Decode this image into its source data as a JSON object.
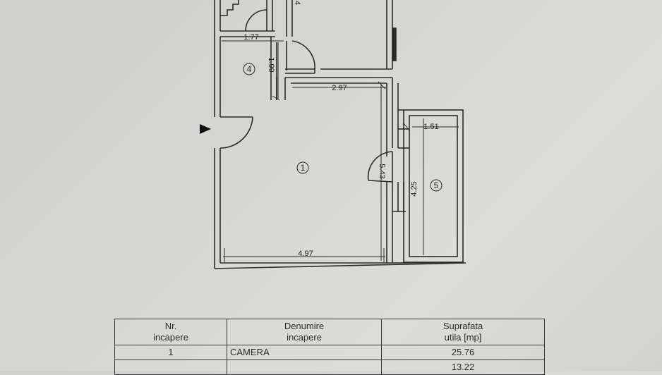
{
  "dimensions": {
    "d1_77": "1.77",
    "d1_99": "1.99",
    "d2_97": "2.97",
    "d1_51": "1.51",
    "d5_43": "5.43",
    "d4_25": "4.25",
    "d4_97": "4.97",
    "d4_partial": "4"
  },
  "rooms": {
    "r1": "1",
    "r4": "4",
    "r5": "5"
  },
  "table": {
    "headers": {
      "nr": [
        "Nr.",
        "incapere"
      ],
      "denumire": [
        "Denumire",
        "incapere"
      ],
      "suprafata": [
        "Suprafata",
        "utila [mp]"
      ]
    },
    "rows": [
      {
        "nr": "1",
        "name": "CAMERA",
        "area": "25.76"
      },
      {
        "nr": "",
        "name": "",
        "area": "13.22"
      }
    ]
  },
  "colors": {
    "ink": "#2b2b2b",
    "paper": "#d6d6d3"
  }
}
